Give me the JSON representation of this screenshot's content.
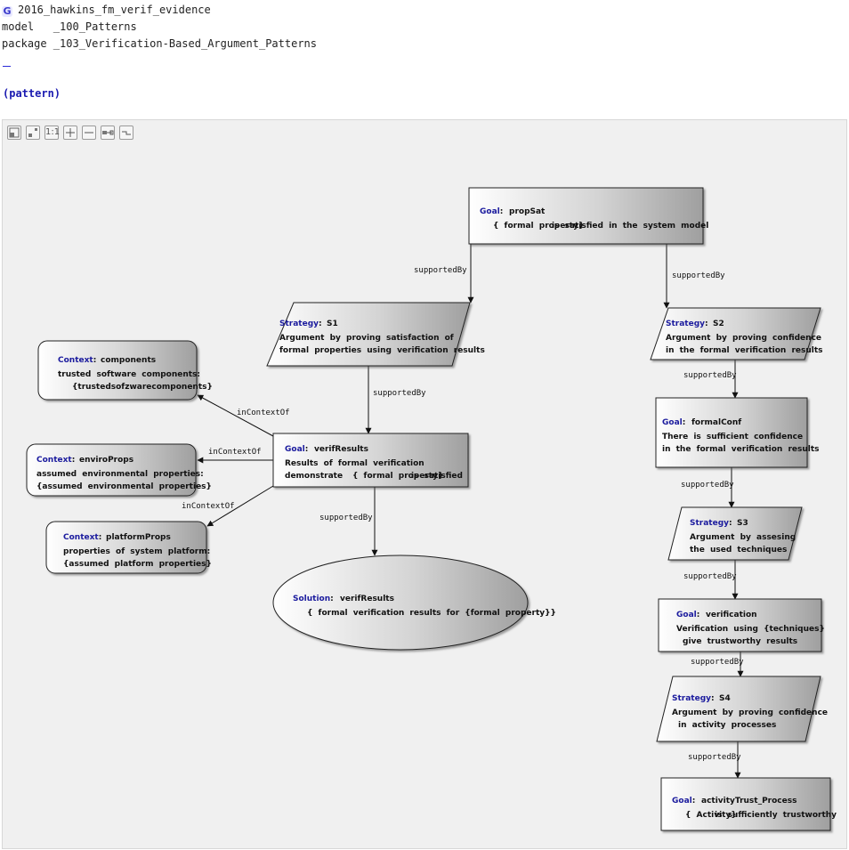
{
  "header": {
    "file_badge": "G",
    "file_name": "2016_hawkins_fm_verif_evidence",
    "model_line": "model   _100_Patterns",
    "package_line": "package _103_Verification-Based_Argument_Patterns",
    "pattern_label": "(pattern)"
  },
  "toolbar": {
    "zoom_reset_label": "1:1",
    "tools": [
      "fit-window-icon",
      "fit-selection-icon",
      "actual-size-icon",
      "zoom-in-icon",
      "zoom-out-icon",
      "layout-icon",
      "edge-style-icon"
    ]
  },
  "colors": {
    "keyword": "#1b1b9e",
    "canvas": "#f0f0f0",
    "node_gradient_start": "#ffffff",
    "node_gradient_end": "#a8a8a8"
  },
  "nodes": {
    "goal_propsat": {
      "kind": "Goal",
      "name": "propSat",
      "line1": "{     formal   property}",
      "line1b": "is   satisfied   in   the   system   model"
    },
    "strategy_s1": {
      "kind": "Strategy",
      "name": "S1",
      "line1": "Argument   by   proving   satisfaction   of",
      "line2": "formal   properties   using   verification   results"
    },
    "strategy_s2": {
      "kind": "Strategy",
      "name": "S2",
      "line1": "Argument   by   proving   confidence",
      "line2": "in   the   formal   verification   results"
    },
    "context_components": {
      "kind": "Context",
      "name": "components",
      "line1": "trusted   software   components:",
      "line2": "{trustedsofzwarecomponents}"
    },
    "context_enviroprops": {
      "kind": "Context",
      "name": "enviroProps",
      "line1": "assumed   environmental   properties:",
      "line2": "{assumed   environmental   properties}"
    },
    "context_platformprops": {
      "kind": "Context",
      "name": "platformProps",
      "line1": "properties   of   system   platform:",
      "line2": "{assumed   platform   properties}"
    },
    "goal_verifresults": {
      "kind": "Goal",
      "name": "verifResults",
      "line1": "Results   of   formal   verification",
      "line2": "demonstrate",
      "line2b": "{     formal   property}",
      "line2c": "is   satisfied"
    },
    "solution_verifresults": {
      "kind": "Solution",
      "name": "verifResults",
      "line1": "{     formal   verification   results   for   {formal   property}}"
    },
    "goal_formalconf": {
      "kind": "Goal",
      "name": "formalConf",
      "line1": "There   is   sufficient   confidence",
      "line2": "in   the   formal   verification   results"
    },
    "strategy_s3": {
      "kind": "Strategy",
      "name": "S3",
      "line1": "Argument   by   assesing",
      "line2": "the   used   techniques"
    },
    "goal_verification": {
      "kind": "Goal",
      "name": "verification",
      "line1": "Verification   using   {techniques}",
      "line2": "give   trustworthy   results"
    },
    "strategy_s4": {
      "kind": "Strategy",
      "name": "S4",
      "line1": "Argument   by   proving   confidence",
      "line2": "in   activity   processes"
    },
    "goal_activitytrust": {
      "kind": "Goal",
      "name": "activityTrust_Process",
      "line1": "{     Activity}",
      "line1b": "is   sufficiently   trustworthy"
    }
  },
  "edges": {
    "supported_by": "supportedBy",
    "in_context_of": "inContextOf"
  }
}
